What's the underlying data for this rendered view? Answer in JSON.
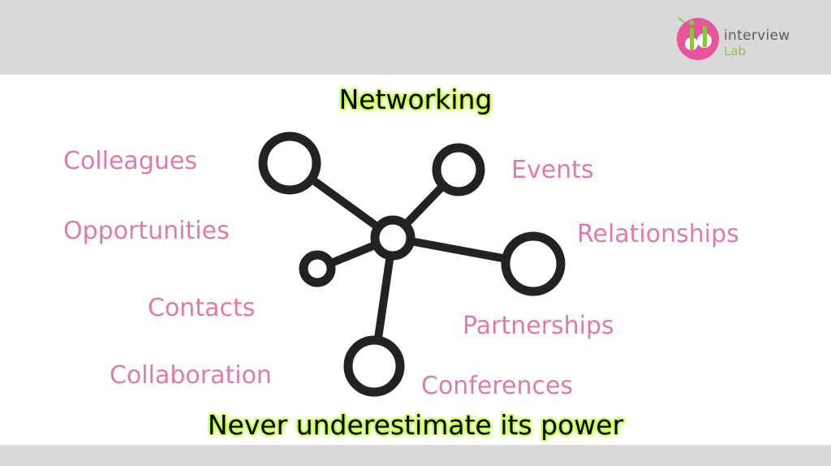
{
  "logo": {
    "name": "interview",
    "sub": "Lab",
    "colors": {
      "pink": "#e8559b",
      "green": "#8cc63f",
      "gray": "#5b5b5b"
    }
  },
  "title": "Networking",
  "tagline": "Never underestimate its power",
  "words": [
    "Colleagues",
    "Opportunities",
    "Contacts",
    "Collaboration",
    "Events",
    "Relationships",
    "Partnerships",
    "Conferences"
  ],
  "diagram": {
    "nodes": 6,
    "colors": {
      "stroke": "#222222",
      "word": "#e07aa8",
      "glow": "#c6ff3a"
    }
  }
}
